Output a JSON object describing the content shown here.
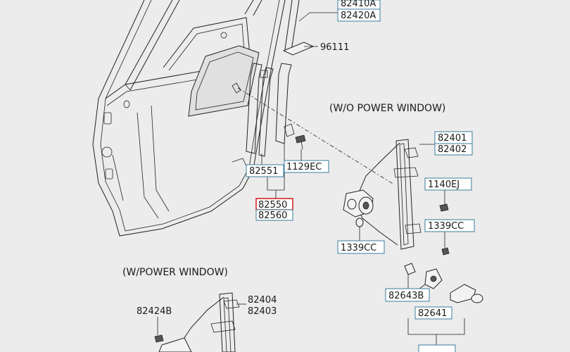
{
  "headings": {
    "without_power": "(W/O POWER WINDOW)",
    "with_power": "(W/POWER WINDOW)"
  },
  "callouts": {
    "p82410A": "82410A",
    "p82420A": "82420A",
    "p96111": "96111",
    "p82551": "82551",
    "p1129EC": "1129EC",
    "p82550": "82550",
    "p82560": "82560",
    "p82401": "82401",
    "p82402": "82402",
    "p1140EJ": "1140EJ",
    "p1339CC_right": "1339CC",
    "p1339CC_left": "1339CC",
    "p82643B": "82643B",
    "p82641": "82641",
    "p82404": "82404",
    "p82403": "82403",
    "p82424B": "82424B"
  },
  "highlighted_part": "82550",
  "colors": {
    "background": "#ececec",
    "label_border": "#3a7d9c",
    "highlight_border": "#d21a1a",
    "line": "#222222"
  }
}
